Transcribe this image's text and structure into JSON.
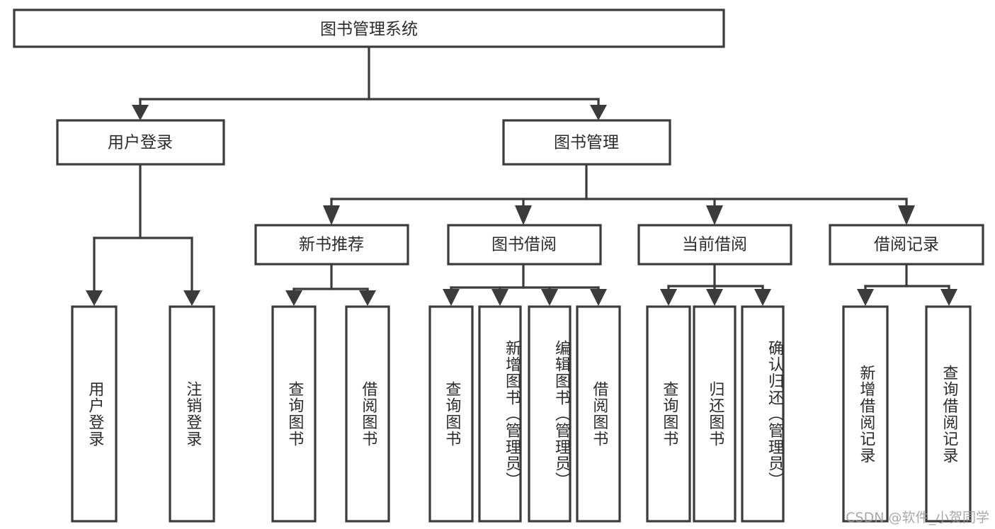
{
  "diagram": {
    "title": "图书管理系统",
    "type": "hierarchy-tree",
    "watermark": "CSDN @软件_小贺同学",
    "root": {
      "label": "图书管理系统"
    },
    "level1": [
      {
        "label": "用户登录"
      },
      {
        "label": "图书管理"
      }
    ],
    "level2": [
      {
        "label": "新书推荐"
      },
      {
        "label": "图书借阅"
      },
      {
        "label": "当前借阅"
      },
      {
        "label": "借阅记录"
      }
    ],
    "leaves": {
      "user_login": [
        {
          "label": "用户登录"
        },
        {
          "label": "注销登录"
        }
      ],
      "new_book_recommend": [
        {
          "label": "查询图书"
        },
        {
          "label": "借阅图书"
        }
      ],
      "book_borrow": [
        {
          "label": "查询图书"
        },
        {
          "label": "新增图书（管理员）"
        },
        {
          "label": "编辑图书（管理员）"
        },
        {
          "label": "借阅图书"
        }
      ],
      "current_borrow": [
        {
          "label": "查询图书"
        },
        {
          "label": "归还图书"
        },
        {
          "label": "确认归还（管理员）"
        }
      ],
      "borrow_record": [
        {
          "label": "新增借阅记录"
        },
        {
          "label": "查询借阅记录"
        }
      ]
    },
    "colors": {
      "line": "#3b3b3b",
      "box_fill": "#ffffff",
      "text": "#2b2b2b",
      "background": "#ffffff",
      "watermark": "#9a9a9a"
    }
  }
}
